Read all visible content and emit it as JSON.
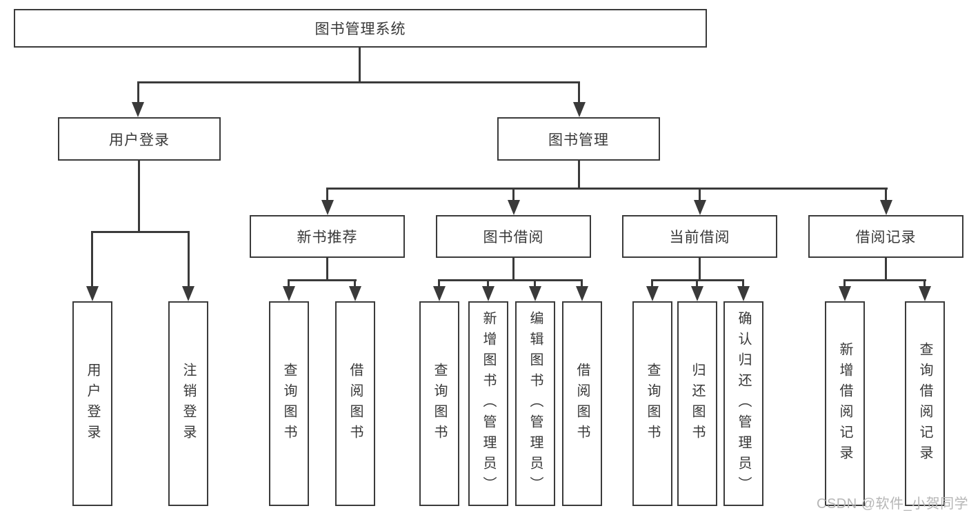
{
  "tree": {
    "label": "图书管理系统",
    "children": [
      {
        "label": "用户登录",
        "children": [
          {
            "label": "用户登录"
          },
          {
            "label": "注销登录"
          }
        ]
      },
      {
        "label": "图书管理",
        "children": [
          {
            "label": "新书推荐",
            "children": [
              {
                "label": "查询图书"
              },
              {
                "label": "借阅图书"
              }
            ]
          },
          {
            "label": "图书借阅",
            "children": [
              {
                "label": "查询图书"
              },
              {
                "label": "新增图书（管理员）"
              },
              {
                "label": "编辑图书（管理员）"
              },
              {
                "label": "借阅图书"
              }
            ]
          },
          {
            "label": "当前借阅",
            "children": [
              {
                "label": "查询图书"
              },
              {
                "label": "归还图书"
              },
              {
                "label": "确认归还（管理员）"
              }
            ]
          },
          {
            "label": "借阅记录",
            "children": [
              {
                "label": "新增借阅记录"
              },
              {
                "label": "查询借阅记录"
              }
            ]
          }
        ]
      }
    ]
  },
  "watermark": {
    "text": "CSDN @软件_小贺同学"
  },
  "colors": {
    "line": "#3a3a3a",
    "box_border": "#3a3a3a",
    "text": "#383838",
    "background": "#ffffff",
    "watermark": "#b6b6b6"
  }
}
